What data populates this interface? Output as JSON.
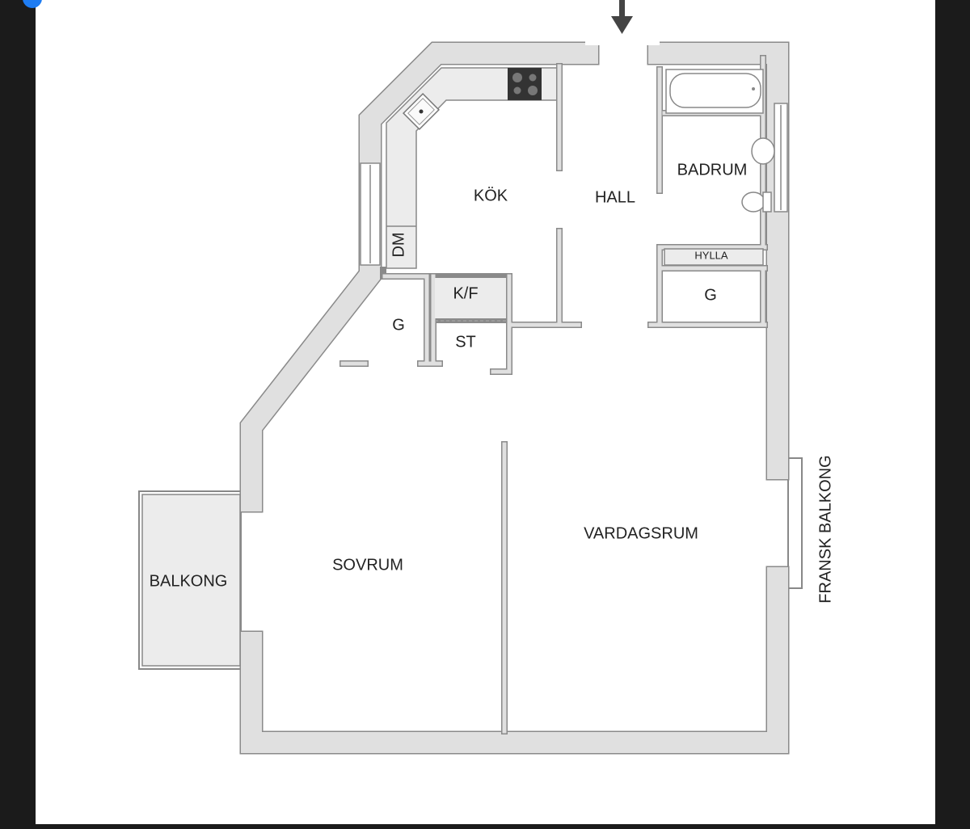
{
  "floorplan": {
    "rooms": {
      "kitchen": "KÖK",
      "hall": "HALL",
      "bathroom": "BADRUM",
      "dishwasher": "DM",
      "shelf": "HYLLA",
      "wardrobe_right": "G",
      "fridge_freezer": "K/F",
      "wardrobe_left": "G",
      "storage": "ST",
      "bedroom": "SOVRUM",
      "living_room": "VARDAGSRUM",
      "balcony": "BALKONG",
      "french_balcony": "FRANSK BALKONG"
    },
    "colors": {
      "wall": "#e0e0e0",
      "outline": "#8a8a8a",
      "stove": "#333333",
      "accent_dot": "#1e7cf2"
    }
  }
}
